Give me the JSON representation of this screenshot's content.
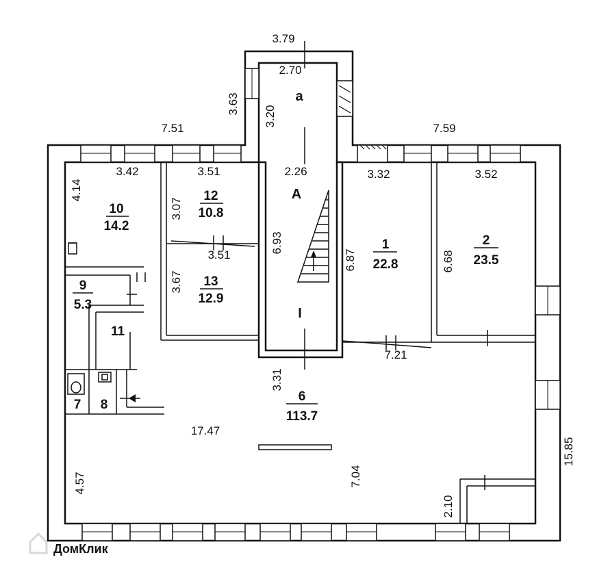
{
  "rooms": [
    {
      "id": "room-10",
      "num": "10",
      "area": "14.2"
    },
    {
      "id": "room-12",
      "num": "12",
      "area": "10.8"
    },
    {
      "id": "room-13",
      "num": "13",
      "area": "12.9"
    },
    {
      "id": "room-9",
      "num": "9",
      "area": "5.3"
    },
    {
      "id": "room-11",
      "num": "11"
    },
    {
      "id": "room-7",
      "num": "7"
    },
    {
      "id": "room-8",
      "num": "8"
    },
    {
      "id": "room-1",
      "num": "1",
      "area": "22.8"
    },
    {
      "id": "room-2",
      "num": "2",
      "area": "23.5"
    },
    {
      "id": "room-6",
      "num": "6",
      "area": "113.7"
    }
  ],
  "letters": {
    "a": "a",
    "A": "A",
    "I": "I"
  },
  "dimensions": {
    "d379": "3.79",
    "d270": "2.70",
    "d363": "3.63",
    "d320": "3.20",
    "d751": "7.51",
    "d759": "7.59",
    "d342": "3.42",
    "d351a": "3.51",
    "d226": "2.26",
    "d332": "3.32",
    "d352": "3.52",
    "d414": "4.14",
    "d307": "3.07",
    "d351b": "3.51",
    "d693": "6.93",
    "d687": "6.87",
    "d668": "6.68",
    "d367": "3.67",
    "d721": "7.21",
    "d331": "3.31",
    "d1747": "17.47",
    "d1585": "15.85",
    "d457": "4.57",
    "d704": "7.04",
    "d210": "2.10"
  },
  "watermark": "ДомКлик"
}
